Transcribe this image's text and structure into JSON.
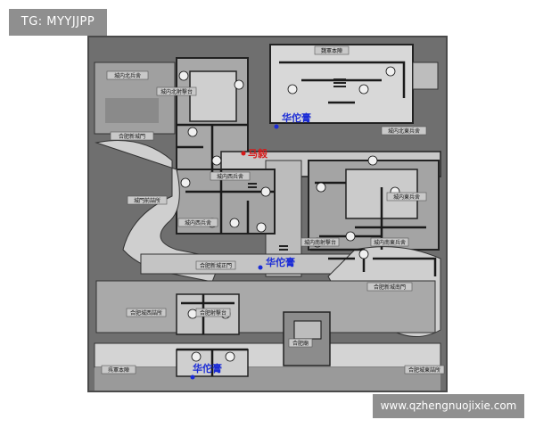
{
  "watermark_top": "TG: MYYJJPP",
  "watermark_bottom": "www.qzhengnuojixie.com",
  "colors": {
    "hua_tuo": "#1a2bd6",
    "ma_su": "#d61a1a",
    "ground": "#6f6f6f",
    "road": "#c8c8c8",
    "wall": "#1a1a1a"
  },
  "map": {
    "labels": [
      {
        "id": "kaiqian-benzhen",
        "text": "魏軍本陣"
      },
      {
        "id": "chengnei-beibingshe",
        "text": "城内北兵舍"
      },
      {
        "id": "chengnei-beishebutai",
        "text": "城内北射擊台"
      },
      {
        "id": "hefei-xinchengmen",
        "text": "合肥新城門"
      },
      {
        "id": "chengnei-dongbingshe",
        "text": "城内北東兵舍"
      },
      {
        "id": "chengnei-xibingshe",
        "text": "城内西兵舍"
      },
      {
        "id": "chengmen-qianbingshe",
        "text": "城門前詰所"
      },
      {
        "id": "chengnei-xibing2",
        "text": "城内西兵舍"
      },
      {
        "id": "chengnei-dongbing2",
        "text": "城内東兵舍"
      },
      {
        "id": "chengnei-nanshe",
        "text": "城内南射擊台"
      },
      {
        "id": "chengnei-nanbing",
        "text": "城内南東兵舍"
      },
      {
        "id": "hefei-xincheng-zhengmen",
        "text": "合肥新城正門"
      },
      {
        "id": "hefei-xincheng-nanmen",
        "text": "合肥新城南門"
      },
      {
        "id": "hefei-xincheng-xijie",
        "text": "合肥城西詰所"
      },
      {
        "id": "hefei-shebutai",
        "text": "合肥射擊台"
      },
      {
        "id": "hefei-miao",
        "text": "合肥廟"
      },
      {
        "id": "wujun-benzhen",
        "text": "呉軍本陣"
      },
      {
        "id": "hefei-dongnan",
        "text": "合肥城東詰所"
      }
    ],
    "poi": [
      {
        "id": "hua-tuo-1",
        "text": "华佗膏",
        "kind": "hua_tuo"
      },
      {
        "id": "ma-su",
        "text": "马毅",
        "kind": "ma_su"
      },
      {
        "id": "hua-tuo-2",
        "text": "华佗膏",
        "kind": "hua_tuo"
      },
      {
        "id": "hua-tuo-3",
        "text": "华佗膏",
        "kind": "hua_tuo"
      }
    ]
  }
}
